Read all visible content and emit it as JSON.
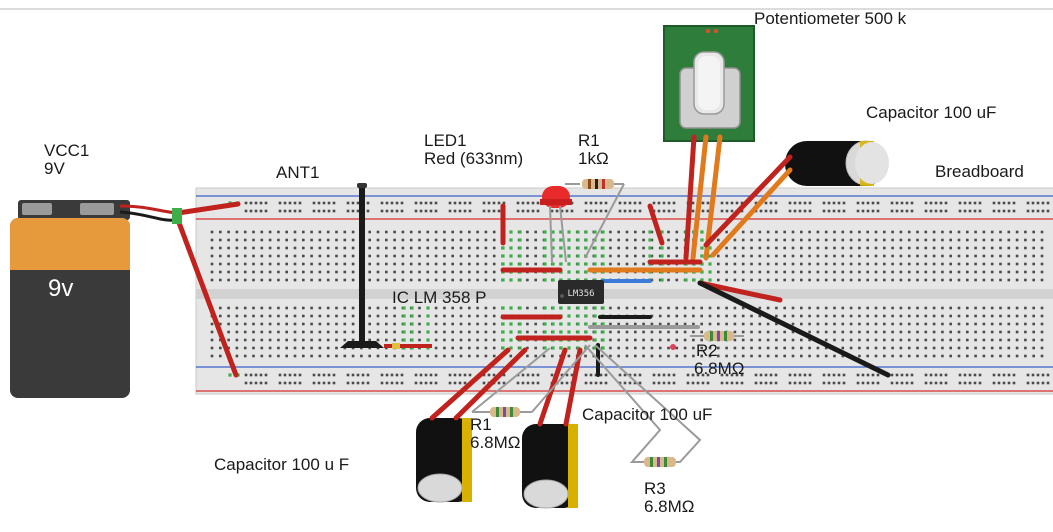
{
  "labels": {
    "vcc_name": "VCC1",
    "vcc_value": "9V",
    "battery_text": "9v",
    "ant": "ANT1",
    "led_name": "LED1",
    "led_value": "Red (633nm)",
    "r1_top_name": "R1",
    "r1_top_value": "1kΩ",
    "pot": "Potentiometer 500 k",
    "cap_top": "Capacitor 100 uF",
    "breadboard": "Breadboard",
    "ic": "IC LM 358 P",
    "chip_marking": "LM356",
    "r2_name": "R2",
    "r2_value": "6.8MΩ",
    "r1_bottom_name": "R1",
    "r1_bottom_value": "6.8MΩ",
    "cap_middle": "Capacitor 100 uF",
    "cap_left": "Capacitor 100 u F",
    "r3_name": "R3",
    "r3_value": "6.8MΩ"
  },
  "colors": {
    "wire_red": "#c0221e",
    "wire_orange": "#e07a1c",
    "wire_gray": "#9a9a9a",
    "wire_black": "#1a1a1a",
    "battery_orange": "#e79a3c",
    "battery_dark": "#3a3a3a",
    "pcb_green": "#2f7d3a",
    "breadboard": "#e8e8e8",
    "rail_blue": "#3a5fc8",
    "rail_red": "#d83030",
    "hole_green": "#3dae4a"
  }
}
